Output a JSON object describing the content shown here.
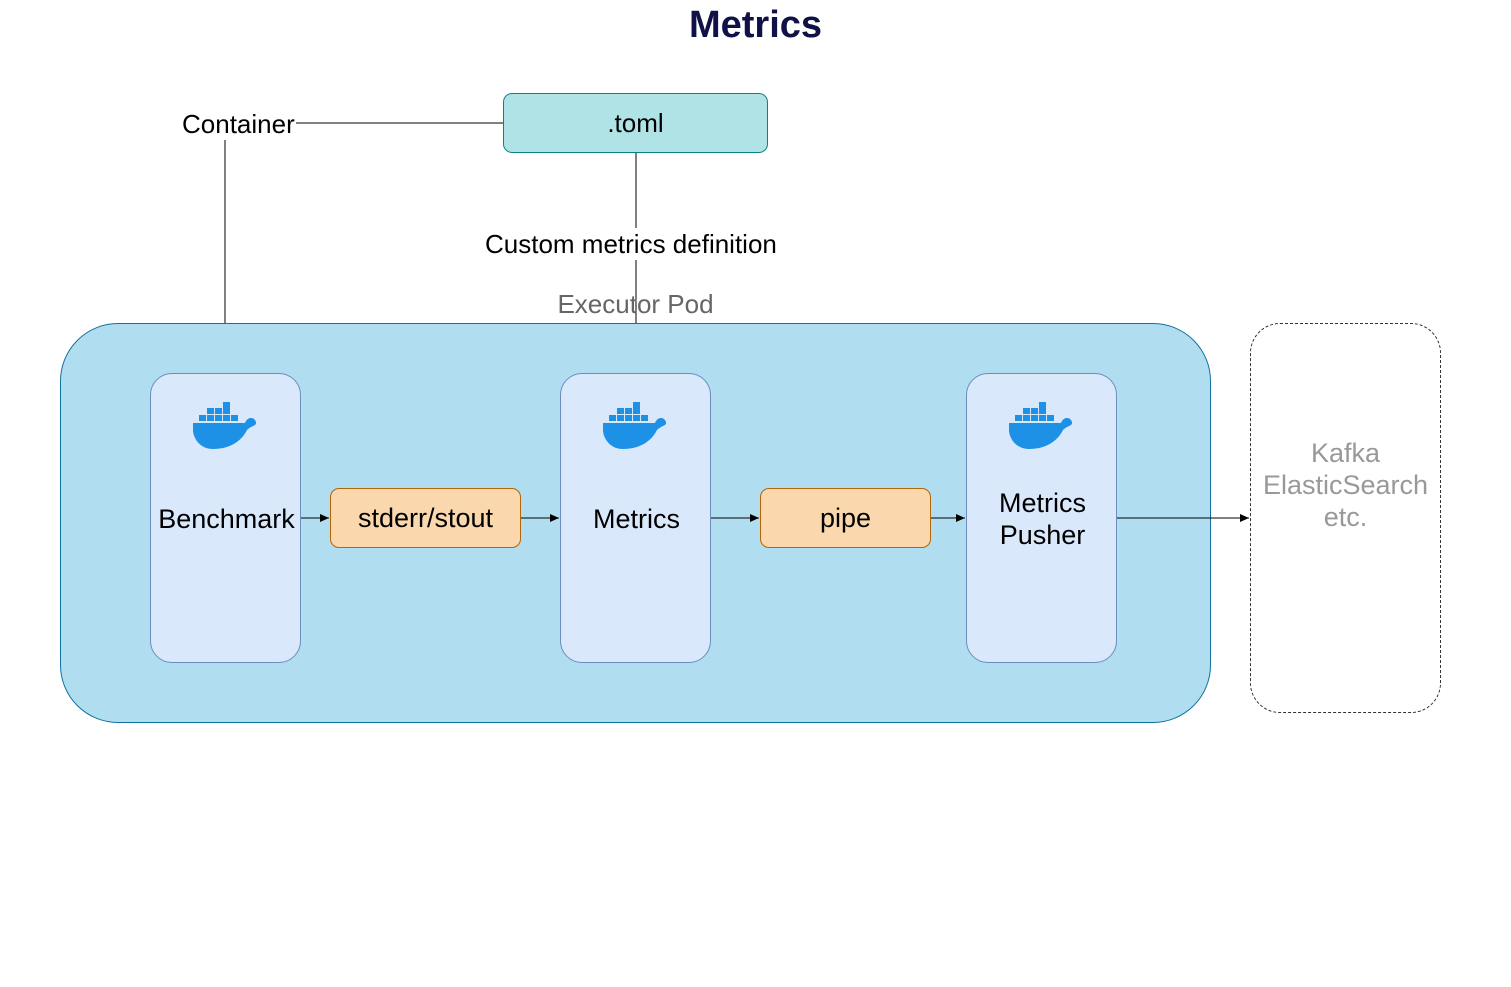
{
  "title": "Metrics",
  "toml": ".toml",
  "container_label": "Container",
  "custom_metrics_label": "Custom metrics definition",
  "pod_label": "Executor Pod",
  "containers": {
    "benchmark": "Benchmark",
    "metrics": "Metrics",
    "pusher": [
      "Metrics",
      "Pusher"
    ]
  },
  "pipes": {
    "stderr": "stderr/stout",
    "pipe": "pipe"
  },
  "external": [
    "Kafka",
    "ElasticSearch",
    "etc."
  ],
  "colors": {
    "title": "#0f1147",
    "toml_fill": "#b0e3e6",
    "pod_fill": "#b1ddf0",
    "container_fill": "#dae8fc",
    "pipe_fill": "#fad7ac",
    "docker_blue": "#1d91e6",
    "external_text": "#999999"
  },
  "icons": {
    "container_icon": "docker-whale-icon"
  }
}
